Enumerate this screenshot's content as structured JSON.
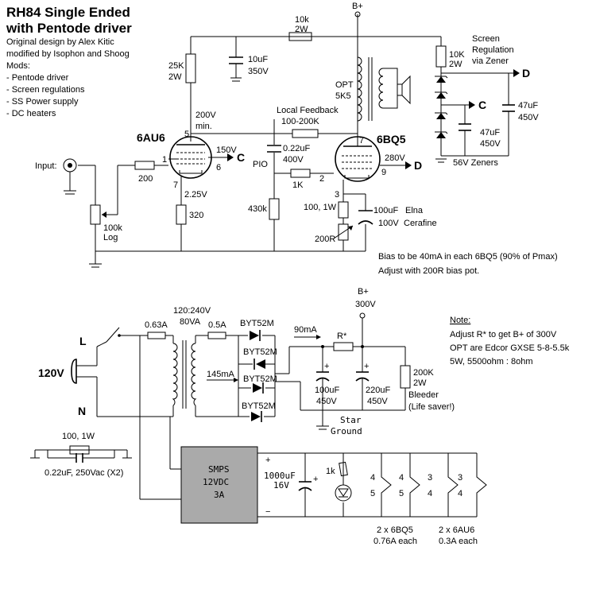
{
  "title": [
    "RH84 Single Ended",
    "with Pentode driver"
  ],
  "notes_header": [
    "Original design by Alex Kitic",
    "modified by Isophon and Shoog",
    "Mods:"
  ],
  "mods": [
    "- Pentode driver",
    "- Screen regulations",
    "- SS Power supply",
    "- DC heaters"
  ],
  "amp": {
    "input_label": "Input:",
    "pot_value": "100k",
    "pot_type": "Log",
    "grid_resistor": "200",
    "driver_tube": "6AU6",
    "driver_plate_v": "200V",
    "driver_plate_v2": "min.",
    "driver_screen_v": "150V",
    "driver_cathode_v": "2.25V",
    "cathode_resistor": "320",
    "plate_load": "25K",
    "plate_load_w": "2W",
    "decouple_r": "10k",
    "decouple_r_w": "2W",
    "decouple_c": "10uF",
    "decouple_c_v": "350V",
    "supply_label": "B+",
    "opt_label": "OPT",
    "opt_value": "5K5",
    "feedback_label": "Local Feedback",
    "feedback_value": "100-200K",
    "coupling_c": "0.22uF",
    "coupling_c_v": "400V",
    "pio_label": "PIO",
    "grid_leak": "430k",
    "grid_stop": "1K",
    "output_tube": "6BQ5",
    "output_plate_v": "280V",
    "bias_r": "100, 1W",
    "bias_pot": "200R",
    "bias_c": "100uF",
    "bias_c_brand": "Elna",
    "bias_c_v": "100V",
    "bias_c_type": "Cerafine",
    "screen_r": "10K",
    "screen_r_w": "2W",
    "screen_note": [
      "Screen",
      "Regulation",
      "via Zener"
    ],
    "zener_c": "47uF",
    "zener_c_v": "450V",
    "zener_c2": "47uF",
    "zener_c2_v": "450V",
    "zener_label": "56V Zeners",
    "bias_note": [
      "Bias to be 40mA in each 6BQ5  (90% of Pmax)",
      "Adjust with 200R bias pot."
    ],
    "pins": [
      "5",
      "1",
      "6",
      "7",
      "7",
      "2",
      "9",
      "3"
    ],
    "node_c": "C",
    "node_d": "D"
  },
  "psu": {
    "mains": "120V",
    "line": "L",
    "neutral": "N",
    "fuse1": "0.63A",
    "transformer": "120:240V",
    "transformer_va": "80VA",
    "fuse2": "0.5A",
    "diodes": [
      "BYT52M",
      "BYT52M",
      "BYT52M",
      "BYT52M"
    ],
    "current1": "145mA",
    "current2": "90mA",
    "r_star": "R*",
    "supply": "B+",
    "supply_v": "300V",
    "cap1": "100uF",
    "cap1_v": "450V",
    "cap2": "220uF",
    "cap2_v": "450V",
    "bleeder": "200K",
    "bleeder_w": "2W",
    "bleeder_label": "Bleeder",
    "bleeder_note": "(Life saver!)",
    "star_ground": [
      "Star",
      "Ground"
    ],
    "snubber_r": "100, 1W",
    "snubber_c": "0.22uF, 250Vac (X2)",
    "note_title": "Note:",
    "notes": [
      "Adjust R* to get B+ of 300V",
      "OPT are Edcor GXSE 5-8-5.5k",
      "5W, 5500ohm : 8ohm"
    ]
  },
  "heater": {
    "smps": [
      "SMPS",
      "12VDC",
      "3A"
    ],
    "cap": "1000uF",
    "cap_v": "16V",
    "plus": "+",
    "minus": "−",
    "led_r": "1k",
    "out_tubes": "2 x 6BQ5",
    "out_current": "0.76A each",
    "drv_tubes": "2 x 6AU6",
    "drv_current": "0.3A each",
    "pins": [
      "4",
      "5",
      "4",
      "5",
      "3",
      "4",
      "3",
      "4"
    ]
  }
}
